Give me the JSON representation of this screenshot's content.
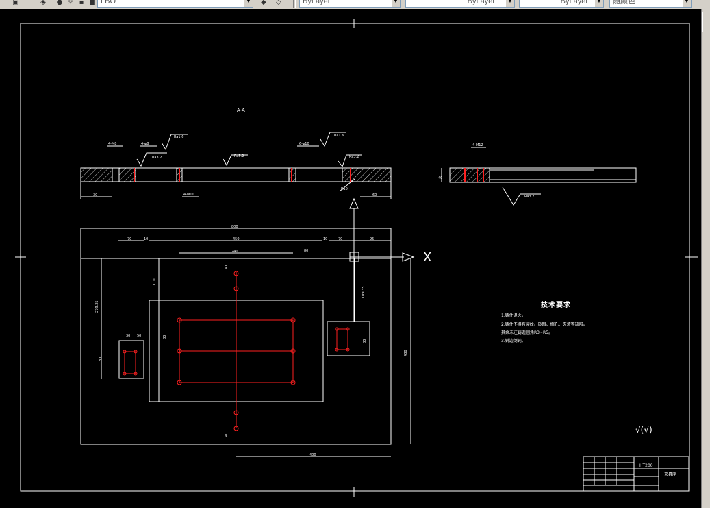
{
  "toolbar": {
    "layer_combo": "LBO",
    "color_combo": "ByLayer",
    "linetype_combo": "ByLayer",
    "lineweight_combo": "ByLayer",
    "plotstyle_combo": "随颜色"
  },
  "drawing": {
    "section_label": "A-A",
    "tech_req_title": "技术要求",
    "tech_req_lines": [
      "1.铸件退火。",
      "2.铸件不得有裂纹、砂眼、缩孔、夹渣等缺陷。",
      "其余未注铸造圆角R3~R5。",
      "3.锐边倒钝。"
    ],
    "roughness_labels": [
      "Ra1.6",
      "Ra3.2",
      "Ra3.2",
      "Ra1.6",
      "Ra3.2",
      "Ra3.2"
    ],
    "hole_callouts": [
      "4-M8",
      "4-φ8",
      "4-M10",
      "4-M12",
      "6-φ10"
    ],
    "dimensions": {
      "overall_width": "800",
      "inner_width": "450",
      "left_70": "70",
      "gap_10a": "10",
      "gap_10b": "10",
      "right_70": "70",
      "right_95": "95",
      "hole_span": "240",
      "h110": "110",
      "left_height": "279.35",
      "right_height": "109.35",
      "bottom_width": "400",
      "thick_30": "30",
      "thick_60": "60",
      "side_40": "40",
      "v40a": "40",
      "v40b": "40",
      "v88": "80",
      "v80": "80",
      "sm_30": "30",
      "sm_50": "50",
      "sm_80": "80",
      "right_80": "80",
      "total_height": "480",
      "r10": "R10"
    },
    "axis_label": "X",
    "fit_symbol": "√(√)",
    "title_block": {
      "material": "HT200",
      "part_name": "夹具座"
    }
  },
  "colors": {
    "background": "#000000",
    "lines": "#ffffff",
    "holes": "#ff2020",
    "toolbar": "#d4d0c8"
  }
}
